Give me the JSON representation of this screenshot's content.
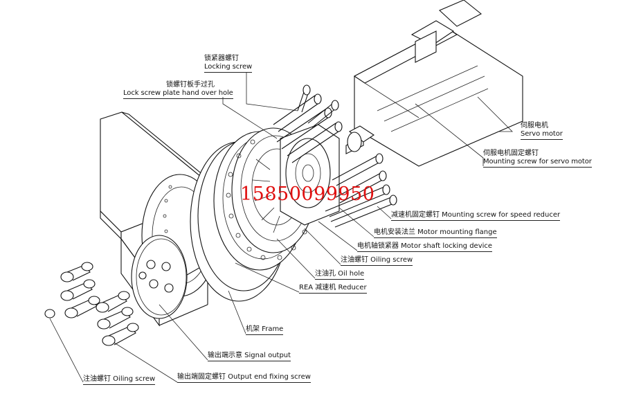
{
  "labels": {
    "locking_screw": {
      "zh": "锁紧器螺钉",
      "en": "Locking screw"
    },
    "lock_screw_plate": {
      "zh": "锁螺钉板手过孔",
      "en": "Lock screw plate hand over hole"
    },
    "servo_motor": {
      "zh": "伺服电机",
      "en": "Servo motor"
    },
    "servo_mount_screw": {
      "zh": "伺服电机固定螺钉",
      "en": "Mounting screw for servo motor"
    },
    "reducer_mount_screw": "减速机固定螺钉 Mounting screw for speed reducer",
    "motor_flange": "电机安装法兰 Motor mounting flange",
    "shaft_locking": "电机轴锁紧器 Motor shaft locking device",
    "oiling_screw_top": "注油螺钉 Oiling screw",
    "oil_hole": "注油孔 Oil hole",
    "reducer": "REA 减速机 Reducer",
    "frame": "机架 Frame",
    "signal_output": "输出端示意 Signal output",
    "output_fixing_screw": "输出端固定螺钉 Output end fixing screw",
    "oiling_screw_bottom": "注油螺钉 Oiling screw"
  },
  "watermark": {
    "text": "15850099950",
    "color": "#e01010"
  }
}
